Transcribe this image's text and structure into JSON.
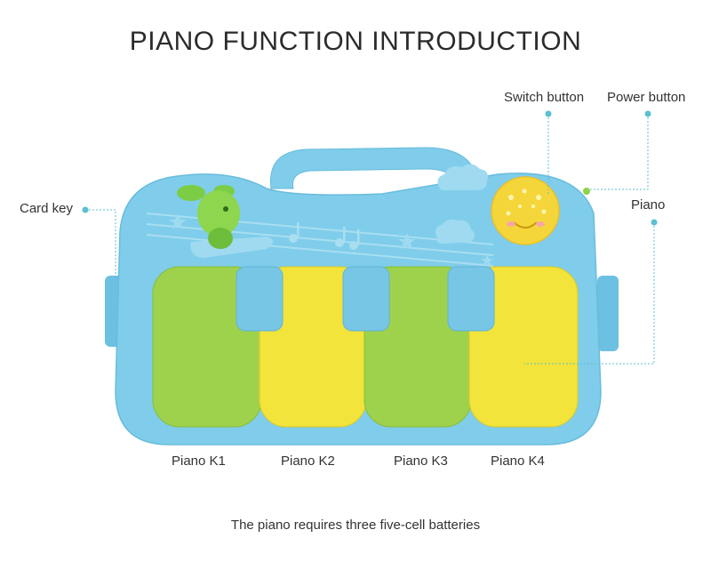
{
  "title": "PIANO FUNCTION INTRODUCTION",
  "labels": {
    "switch_button": "Switch button",
    "power_button": "Power button",
    "card_key": "Card key",
    "piano": "Piano"
  },
  "keys": [
    "Piano K1",
    "Piano K2",
    "Piano K3",
    "Piano K4"
  ],
  "caption": "The piano requires three five-cell batteries",
  "colors": {
    "body": "#7fcdea",
    "green_key": "#9fd24c",
    "yellow_key": "#f2e43a",
    "blue_key": "#78c6e6",
    "callout": "#5cbfd3"
  }
}
